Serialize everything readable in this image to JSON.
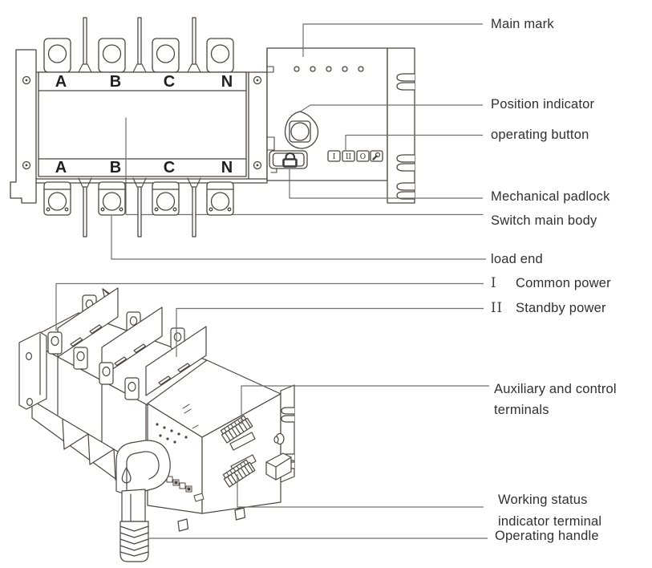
{
  "colors": {
    "background": "#ffffff",
    "line": "#4b4540",
    "leader": "#6f6f6f",
    "text": "#303030",
    "padlock": "#3a3a3a"
  },
  "front_view": {
    "upper_terminal_labels": [
      "A",
      "B",
      "C",
      "N"
    ],
    "lower_terminal_labels": [
      "A",
      "B",
      "C",
      "N"
    ],
    "control_panel": {
      "led_count": 5,
      "button_labels": [
        "I",
        "II",
        "O"
      ],
      "fourth_button_icon": "wrench-icon"
    }
  },
  "callouts": {
    "main_mark": "Main mark",
    "position_indicator": "Position indicator",
    "operating_button": "operating button",
    "mechanical_padlock": "Mechanical padlock",
    "switch_main_body": "Switch main body",
    "load_end": "load end",
    "common_power_prefix": "I",
    "common_power": "Common power",
    "standby_power_prefix": "II",
    "standby_power": "Standby power",
    "aux_terminals": "Auxiliary and control terminals",
    "working_status_terminal": "Working status indicator terminal",
    "operating_handle": "Operating handle"
  }
}
